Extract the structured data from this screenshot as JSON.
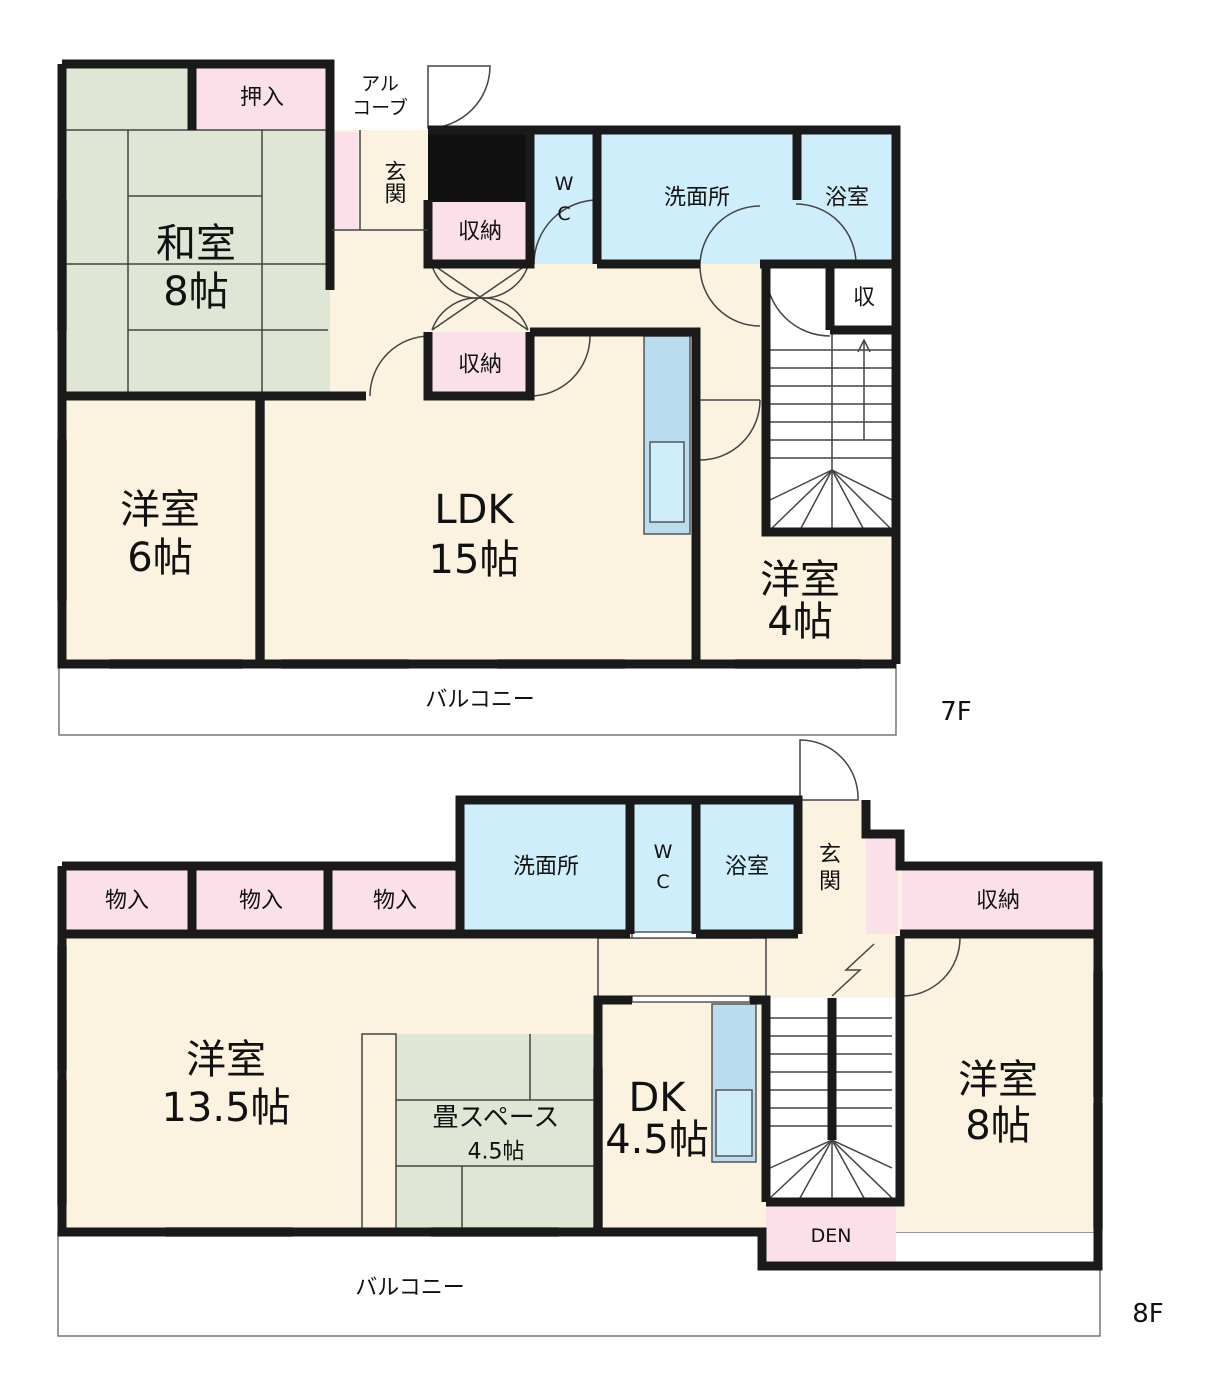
{
  "floor_7f": {
    "floor_label": "7F",
    "rooms": {
      "washitsu": {
        "name": "和室",
        "size": "8帖"
      },
      "oshiire": "押入",
      "alcove": {
        "line1": "アル",
        "line2": "コーブ"
      },
      "genkan": "玄関",
      "shuno_upper": "収納",
      "shuno_lower": "収納",
      "wc": {
        "line1": "W",
        "line2": "C"
      },
      "senmenjo": "洗面所",
      "yokushitsu": "浴室",
      "shu": "収",
      "yoshitsu6": {
        "name": "洋室",
        "size": "6帖"
      },
      "ldk": {
        "name": "LDK",
        "size": "15帖"
      },
      "yoshitsu4": {
        "name": "洋室",
        "size": "4帖"
      },
      "balcony": "バルコニー"
    }
  },
  "floor_8f": {
    "floor_label": "8F",
    "rooms": {
      "monoire1": "物入",
      "monoire2": "物入",
      "monoire3": "物入",
      "senmenjo": "洗面所",
      "wc": {
        "line1": "W",
        "line2": "C"
      },
      "yokushitsu": "浴室",
      "genkan": {
        "line1": "玄",
        "line2": "関"
      },
      "shuno": "収納",
      "yoshitsu135": {
        "name": "洋室",
        "size": "13.5帖"
      },
      "tatami": {
        "name": "畳スペース",
        "size": "4.5帖"
      },
      "dk": {
        "name": "DK",
        "size": "4.5帖"
      },
      "yoshitsu8": {
        "name": "洋室",
        "size": "8帖"
      },
      "den": "DEN",
      "balcony": "バルコニー"
    }
  },
  "colors": {
    "floor": "#fbf3df",
    "tatami": "#dfe6d5",
    "storage": "#fbe0ea",
    "wet": "#cfeefb",
    "wall": "#1a1a1a",
    "kitchen": "#b9dcef"
  }
}
